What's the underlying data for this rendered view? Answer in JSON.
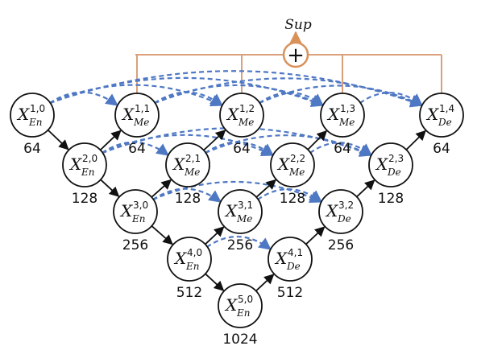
{
  "supervision": {
    "label": "Sup",
    "operator": "+",
    "color": "#d9915a"
  },
  "colors": {
    "skip": "#4f78c4",
    "forward": "#111111",
    "node_border": "#111111",
    "sup_line": "#d9a07a"
  },
  "nodes": [
    {
      "id": "n10",
      "base": "X",
      "sub": "En",
      "sup": "1,0",
      "channels": "64"
    },
    {
      "id": "n11",
      "base": "X",
      "sub": "Me",
      "sup": "1,1",
      "channels": "64"
    },
    {
      "id": "n12",
      "base": "X",
      "sub": "Me",
      "sup": "1,2",
      "channels": "64"
    },
    {
      "id": "n13",
      "base": "X",
      "sub": "Me",
      "sup": "1,3",
      "channels": "64"
    },
    {
      "id": "n14",
      "base": "X",
      "sub": "De",
      "sup": "1,4",
      "channels": "64"
    },
    {
      "id": "n20",
      "base": "X",
      "sub": "En",
      "sup": "2,0",
      "channels": "128"
    },
    {
      "id": "n21",
      "base": "X",
      "sub": "Me",
      "sup": "2,1",
      "channels": "128"
    },
    {
      "id": "n22",
      "base": "X",
      "sub": "Me",
      "sup": "2,2",
      "channels": "128"
    },
    {
      "id": "n23",
      "base": "X",
      "sub": "De",
      "sup": "2,3",
      "channels": "128"
    },
    {
      "id": "n30",
      "base": "X",
      "sub": "En",
      "sup": "3,0",
      "channels": "256"
    },
    {
      "id": "n31",
      "base": "X",
      "sub": "Me",
      "sup": "3,1",
      "channels": "256"
    },
    {
      "id": "n32",
      "base": "X",
      "sub": "De",
      "sup": "3,2",
      "channels": "256"
    },
    {
      "id": "n40",
      "base": "X",
      "sub": "En",
      "sup": "4,0",
      "channels": "512"
    },
    {
      "id": "n41",
      "base": "X",
      "sub": "De",
      "sup": "4,1",
      "channels": "512"
    },
    {
      "id": "n50",
      "base": "X",
      "sub": "En",
      "sup": "5,0",
      "channels": "1024"
    }
  ],
  "forward_edges": [
    [
      "n10",
      "n20"
    ],
    [
      "n20",
      "n30"
    ],
    [
      "n30",
      "n40"
    ],
    [
      "n40",
      "n50"
    ],
    [
      "n20",
      "n11"
    ],
    [
      "n30",
      "n21"
    ],
    [
      "n40",
      "n31"
    ],
    [
      "n50",
      "n41"
    ],
    [
      "n21",
      "n12"
    ],
    [
      "n31",
      "n22"
    ],
    [
      "n41",
      "n32"
    ],
    [
      "n22",
      "n13"
    ],
    [
      "n32",
      "n23"
    ],
    [
      "n23",
      "n14"
    ]
  ],
  "skip_edges": [
    [
      "n10",
      "n11"
    ],
    [
      "n10",
      "n12"
    ],
    [
      "n10",
      "n13"
    ],
    [
      "n10",
      "n14"
    ],
    [
      "n11",
      "n12"
    ],
    [
      "n11",
      "n13"
    ],
    [
      "n11",
      "n14"
    ],
    [
      "n12",
      "n13"
    ],
    [
      "n12",
      "n14"
    ],
    [
      "n13",
      "n14"
    ],
    [
      "n20",
      "n21"
    ],
    [
      "n20",
      "n22"
    ],
    [
      "n20",
      "n23"
    ],
    [
      "n21",
      "n22"
    ],
    [
      "n21",
      "n23"
    ],
    [
      "n22",
      "n23"
    ],
    [
      "n30",
      "n31"
    ],
    [
      "n30",
      "n32"
    ],
    [
      "n31",
      "n32"
    ],
    [
      "n40",
      "n41"
    ]
  ],
  "supervised_nodes": [
    "n11",
    "n12",
    "n13",
    "n14"
  ]
}
